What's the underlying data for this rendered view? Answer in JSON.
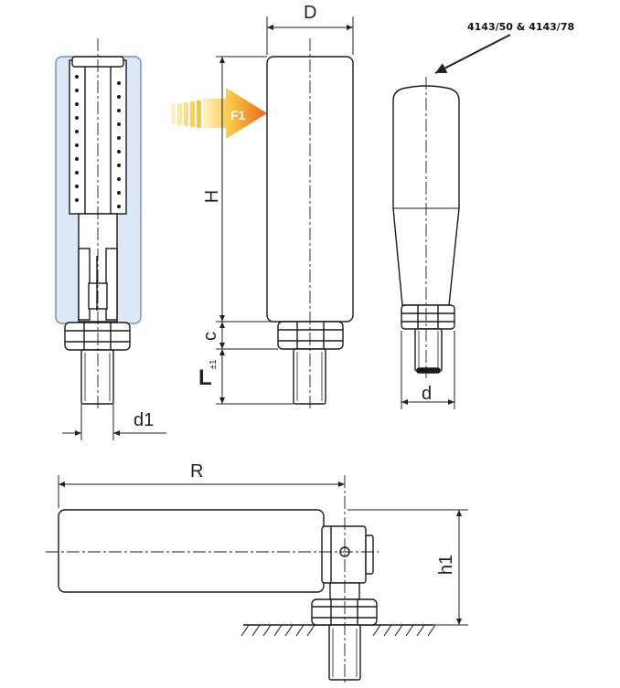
{
  "labels": {
    "D": "D",
    "H": "H",
    "c": "c",
    "L": "L",
    "tol": "±1",
    "d1": "d1",
    "d": "d",
    "R": "R",
    "h1": "h1",
    "F1": "F1",
    "model_code": "4143/50 & 4143/78"
  },
  "colors": {
    "outline": "#1a1a1a",
    "sleeve_fill": "#dce8f6",
    "sleeve_stroke": "#6f8fbf",
    "arrow_light": "#fde9a6",
    "arrow_dark": "#e8641c",
    "dim_line": "#222222"
  }
}
